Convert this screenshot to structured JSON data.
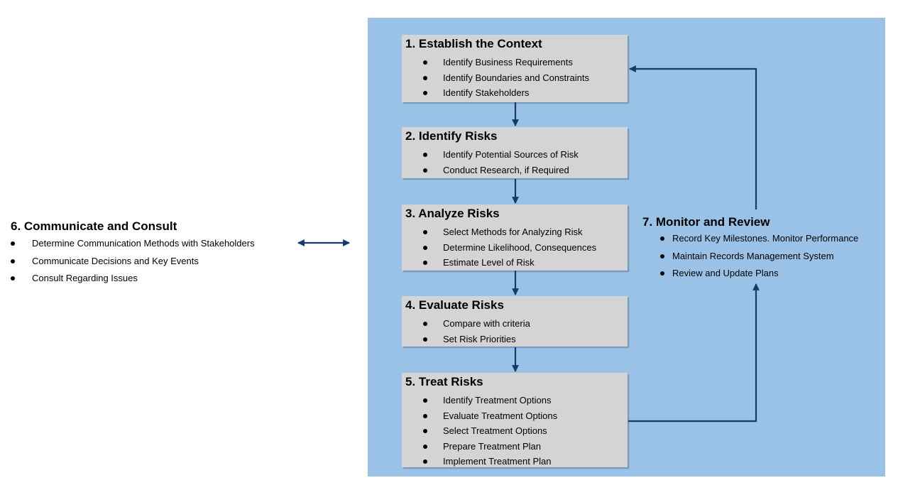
{
  "steps": [
    {
      "title": "1. Establish the Context",
      "items": [
        "Identify Business Requirements",
        "Identify Boundaries and Constraints",
        "Identify Stakeholders"
      ]
    },
    {
      "title": "2. Identify Risks",
      "items": [
        "Identify Potential Sources of Risk",
        "Conduct Research, if Required"
      ]
    },
    {
      "title": "3. Analyze Risks",
      "items": [
        "Select Methods for Analyzing Risk",
        "Determine Likelihood, Consequences",
        "Estimate Level of Risk"
      ]
    },
    {
      "title": "4. Evaluate Risks",
      "items": [
        "Compare with criteria",
        "Set Risk Priorities"
      ]
    },
    {
      "title": "5. Treat Risks",
      "items": [
        "Identify Treatment Options",
        "Evaluate Treatment Options",
        "Select Treatment Options",
        "Prepare Treatment Plan",
        "Implement Treatment Plan"
      ]
    }
  ],
  "communicate": {
    "title": "6. Communicate and Consult",
    "items": [
      "Determine Communication Methods with Stakeholders",
      "Communicate Decisions and Key Events",
      "Consult Regarding Issues"
    ]
  },
  "monitor": {
    "title": "7. Monitor and Review",
    "items": [
      "Record Key Milestones. Monitor Performance",
      "Maintain Records Management System",
      "Review and Update Plans"
    ]
  },
  "colors": {
    "panel": "#99c2e6",
    "box": "#d4d4d4",
    "arrow": "#17396e"
  }
}
